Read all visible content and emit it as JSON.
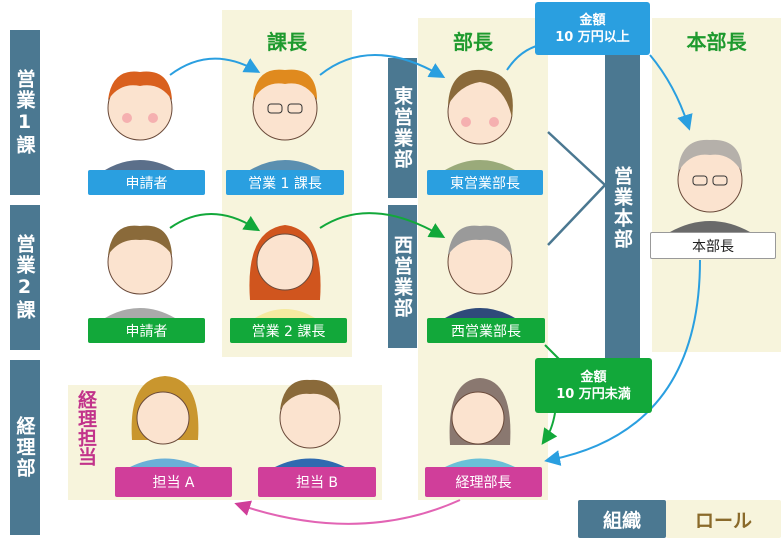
{
  "orgs": {
    "sales1": "営業1課",
    "sales2": "営業2課",
    "accounting": "経理部",
    "east": "東営業部",
    "west": "西営業部",
    "hq": "営業本部"
  },
  "roles": {
    "section_chief": "課長",
    "dept_head": "部長",
    "hq_head": "本部長",
    "accounting_staff": "経理担当"
  },
  "labels": {
    "applicant1": "申請者",
    "chief1": "営業 1 課長",
    "east_head": "東営業部長",
    "hq_head": "本部長",
    "applicant2": "申請者",
    "chief2": "営業 2 課長",
    "west_head": "西営業部長",
    "staff_a": "担当 A",
    "staff_b": "担当 B",
    "acc_head": "経理部長"
  },
  "conditions": {
    "over": {
      "line1": "金額",
      "line2": "10 万円以上"
    },
    "under": {
      "line1": "金額",
      "line2": "10 万円未満"
    }
  },
  "legend": {
    "org": "組織",
    "role": "ロール"
  },
  "colors": {
    "org": "#4b7891",
    "role": "#f7f4dc",
    "blue": "#2a9fe0",
    "green": "#12a83a",
    "pink": "#d03e9a"
  }
}
